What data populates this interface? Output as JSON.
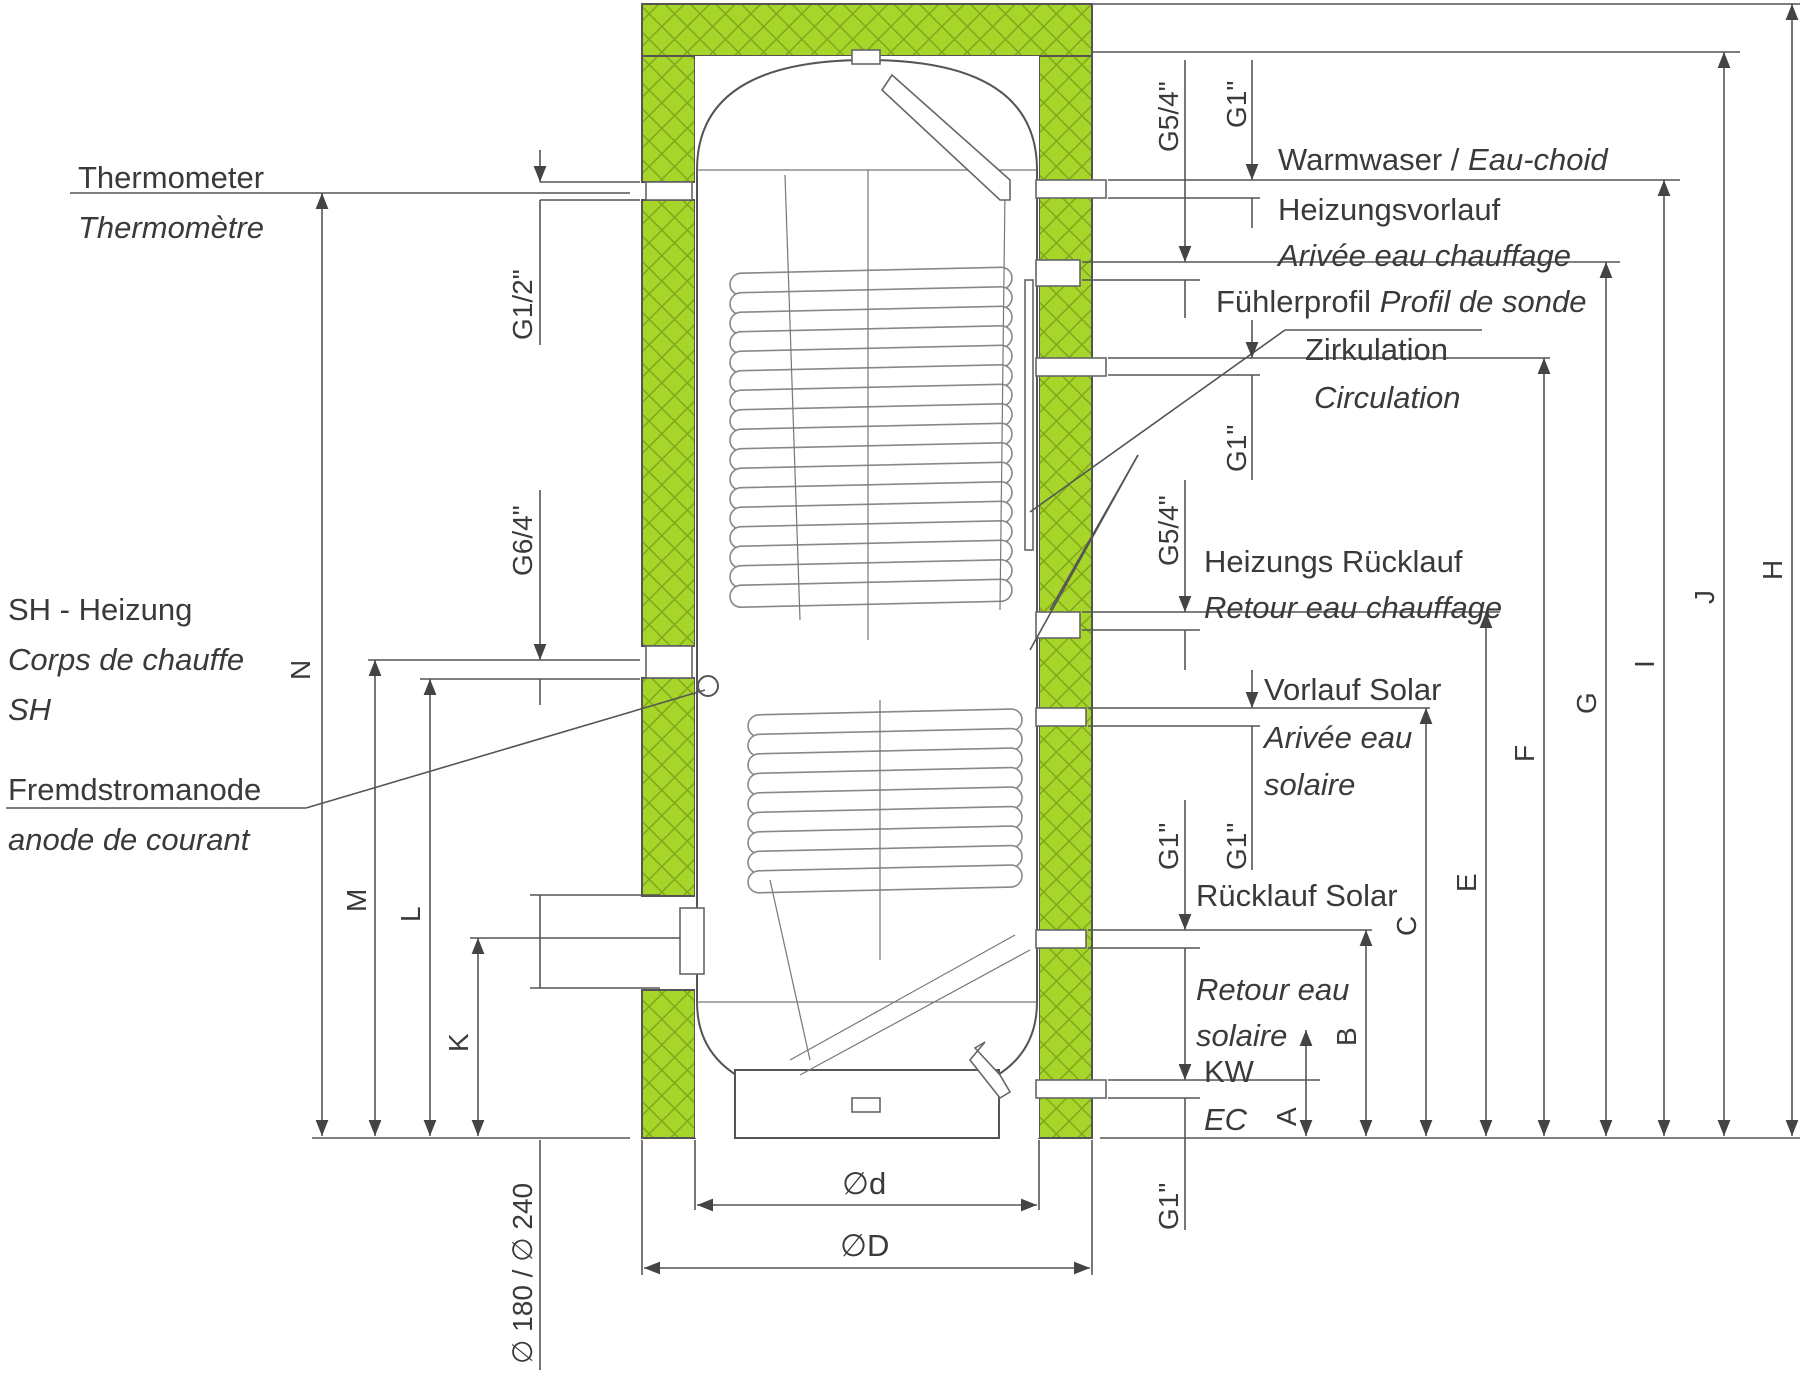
{
  "colors": {
    "insulation": "#a8d52a",
    "insulation_hatch": "#7fa81c",
    "line": "#555555",
    "text": "#3a3a3a"
  },
  "labels": {
    "thermometer": "Thermometer",
    "thermometer_fr": "Thermomètre",
    "sh_heizung": "SH - Heizung",
    "corps_de_chauffe": "Corps de chauffe",
    "sh": "SH",
    "fremdstromanode": "Fremdstromanode",
    "anode_de_courant": "anode de courant",
    "warmwaser": "Warmwaser / ",
    "eau_choid": "Eau-choid",
    "heizungsvorlauf": "Heizungsvorlauf",
    "arivee_eau_chauffage": "Arivée eau chauffage",
    "fuhlerprofil": "Fühlerprofil ",
    "profil_de_sonde": "Profil de sonde",
    "zirkulation": "Zirkulation",
    "circulation": "Circulation",
    "heizungs_rucklauf": "Heizungs Rücklauf",
    "retour_eau_chauffage": "Retour eau chauffage",
    "vorlauf_solar": "Vorlauf Solar",
    "arivee_eau": "Arivée eau",
    "solaire_1": "solaire",
    "rucklauf_solar": "Rücklauf Solar",
    "retour_eau": "Retour eau",
    "solaire_2": "solaire",
    "kw": "KW",
    "ec": "EC"
  },
  "threads": {
    "g1_top": "G1\"",
    "g54_top": "G5/4\"",
    "g12": "G1/2\"",
    "g1_circ": "G1\"",
    "g54_mid": "G5/4\"",
    "g64": "G6/4\"",
    "g1_sol_a": "G1\"",
    "g1_sol_b": "G1\"",
    "g1_bottom": "G1\""
  },
  "dimensions": {
    "A": "A",
    "B": "B",
    "C": "C",
    "E": "E",
    "F": "F",
    "G": "G",
    "H": "H",
    "I": "I",
    "J": "J",
    "K": "K",
    "L": "L",
    "M": "M",
    "N": "N",
    "d": "d",
    "D": "D",
    "diameter_symbol": "∅",
    "flange": "∅ 180 / ∅ 240"
  }
}
